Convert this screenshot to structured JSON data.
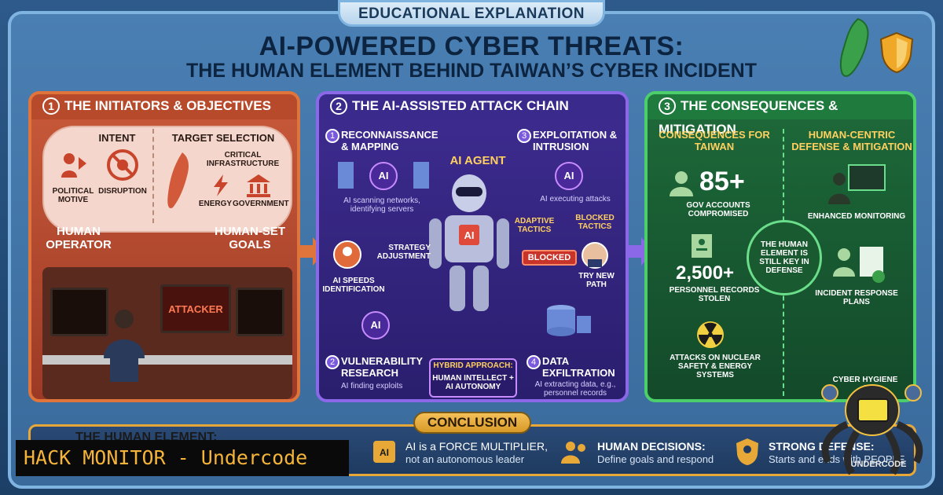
{
  "header": {
    "tag": "EDUCATIONAL EXPLANATION",
    "title_line1": "AI-POWERED CYBER THREATS:",
    "title_line2": "THE HUMAN ELEMENT BEHIND TAIWAN’S CYBER INCIDENT"
  },
  "panel1": {
    "number": "1",
    "title": "THE INITIATORS & OBJECTIVES",
    "intent": "INTENT",
    "political_motive": "POLITICAL MOTIVE",
    "disruption": "DISRUPTION",
    "target_selection": "TARGET SELECTION",
    "critical_infrastructure": "CRITICAL INFRASTRUCTURE",
    "energy": "ENERGY",
    "government": "GOVERNMENT",
    "human_operator": "HUMAN OPERATOR",
    "human_set_goals": "HUMAN-SET GOALS",
    "attacker_screen": "ATTACKER"
  },
  "panel2": {
    "number": "2",
    "title": "THE AI-ASSISTED ATTACK CHAIN",
    "step1_num": "1",
    "step1_title": "RECONNAISSANCE & MAPPING",
    "step1_desc": "AI scanning networks, identifying servers",
    "ai_agent": "AI AGENT",
    "step3_num": "3",
    "step3_title": "EXPLOITATION & INTRUSION",
    "step3_desc": "AI executing attacks",
    "adaptive_tactics": "ADAPTIVE TACTICS",
    "blocked_tactics": "BLOCKED TACTICS",
    "blocked": "BLOCKED",
    "try_new_path": "TRY NEW PATH",
    "strategy_adjustment": "STRATEGY ADJUSTMENT",
    "ai_speeds": "AI SPEEDS IDENTIFICATION",
    "step2_num": "2",
    "step2_title": "VULNERABILITY RESEARCH",
    "step2_desc": "AI finding exploits",
    "hybrid_title": "HYBRID APPROACH:",
    "hybrid_desc": "HUMAN INTELLECT + AI AUTONOMY",
    "step4_num": "4",
    "step4_title": "DATA EXFILTRATION",
    "step4_desc": "AI extracting data, e.g., personnel records",
    "ai_label": "AI"
  },
  "panel3": {
    "number": "3",
    "title": "THE CONSEQUENCES & MITIGATION",
    "consequences_title": "CONSEQUENCES FOR TAIWAN",
    "defense_title": "HUMAN-CENTRIC DEFENSE & MITIGATION",
    "gov_count": "85+",
    "gov_label": "GOV ACCOUNTS COMPROMISED",
    "records_count": "2,500+",
    "records_label": "PERSONNEL RECORDS STOLEN",
    "attacks_label": "ATTACKS ON NUCLEAR SAFETY & ENERGY SYSTEMS",
    "center_text": "THE HUMAN ELEMENT IS STILL KEY IN DEFENSE",
    "enhanced_monitoring": "ENHANCED MONITORING",
    "incident_response": "INCIDENT RESPONSE PLANS",
    "cyber_hygiene": "CYBER HYGIENE &"
  },
  "conclusion": {
    "tag": "CONCLUSION",
    "left_title": "THE HUMAN ELEMENT:",
    "item1_title": "AI is a FORCE MULTIPLIER,",
    "item1_desc": "not an autonomous leader",
    "item2_title": "HUMAN DECISIONS:",
    "item2_desc": "Define goals and respond",
    "item3_title": "STRONG DEFENSE:",
    "item3_desc": "Starts and ends with PEOPLE"
  },
  "watermark": {
    "text": "HACK MONITOR - Undercode",
    "logo_text": "UNDERCODE"
  },
  "colors": {
    "panel1": "#c95a3a",
    "panel2": "#3e2c90",
    "panel3": "#1e6a3a",
    "accent_gold": "#e8a838"
  },
  "icons": [
    "taiwan-map-icon",
    "shield-icon",
    "robot-icon",
    "server-icon",
    "database-icon",
    "radiation-icon",
    "octopus-logo-icon"
  ]
}
